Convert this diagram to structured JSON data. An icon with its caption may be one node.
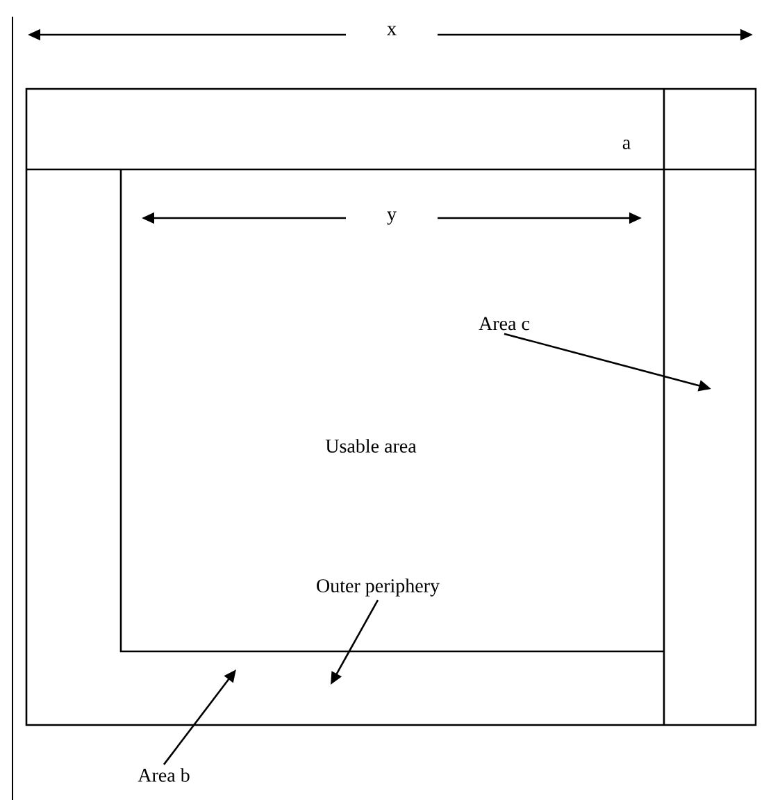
{
  "diagram": {
    "nodes": [
      {
        "text": [
          "Area c"
        ]
      },
      {
        "text": [
          "Outer periphery"
        ]
      },
      {
        "text": [
          "Area b"
        ]
      }
    ],
    "edges": [
      {
        "from": 0,
        "to": null,
        "arrow": "to"
      },
      {
        "from": 1,
        "to": null,
        "arrow": "to"
      },
      {
        "from": 2,
        "to": null,
        "arrow": "to"
      }
    ],
    "labels": [
      "x",
      "a",
      "y",
      "Usable area"
    ]
  }
}
